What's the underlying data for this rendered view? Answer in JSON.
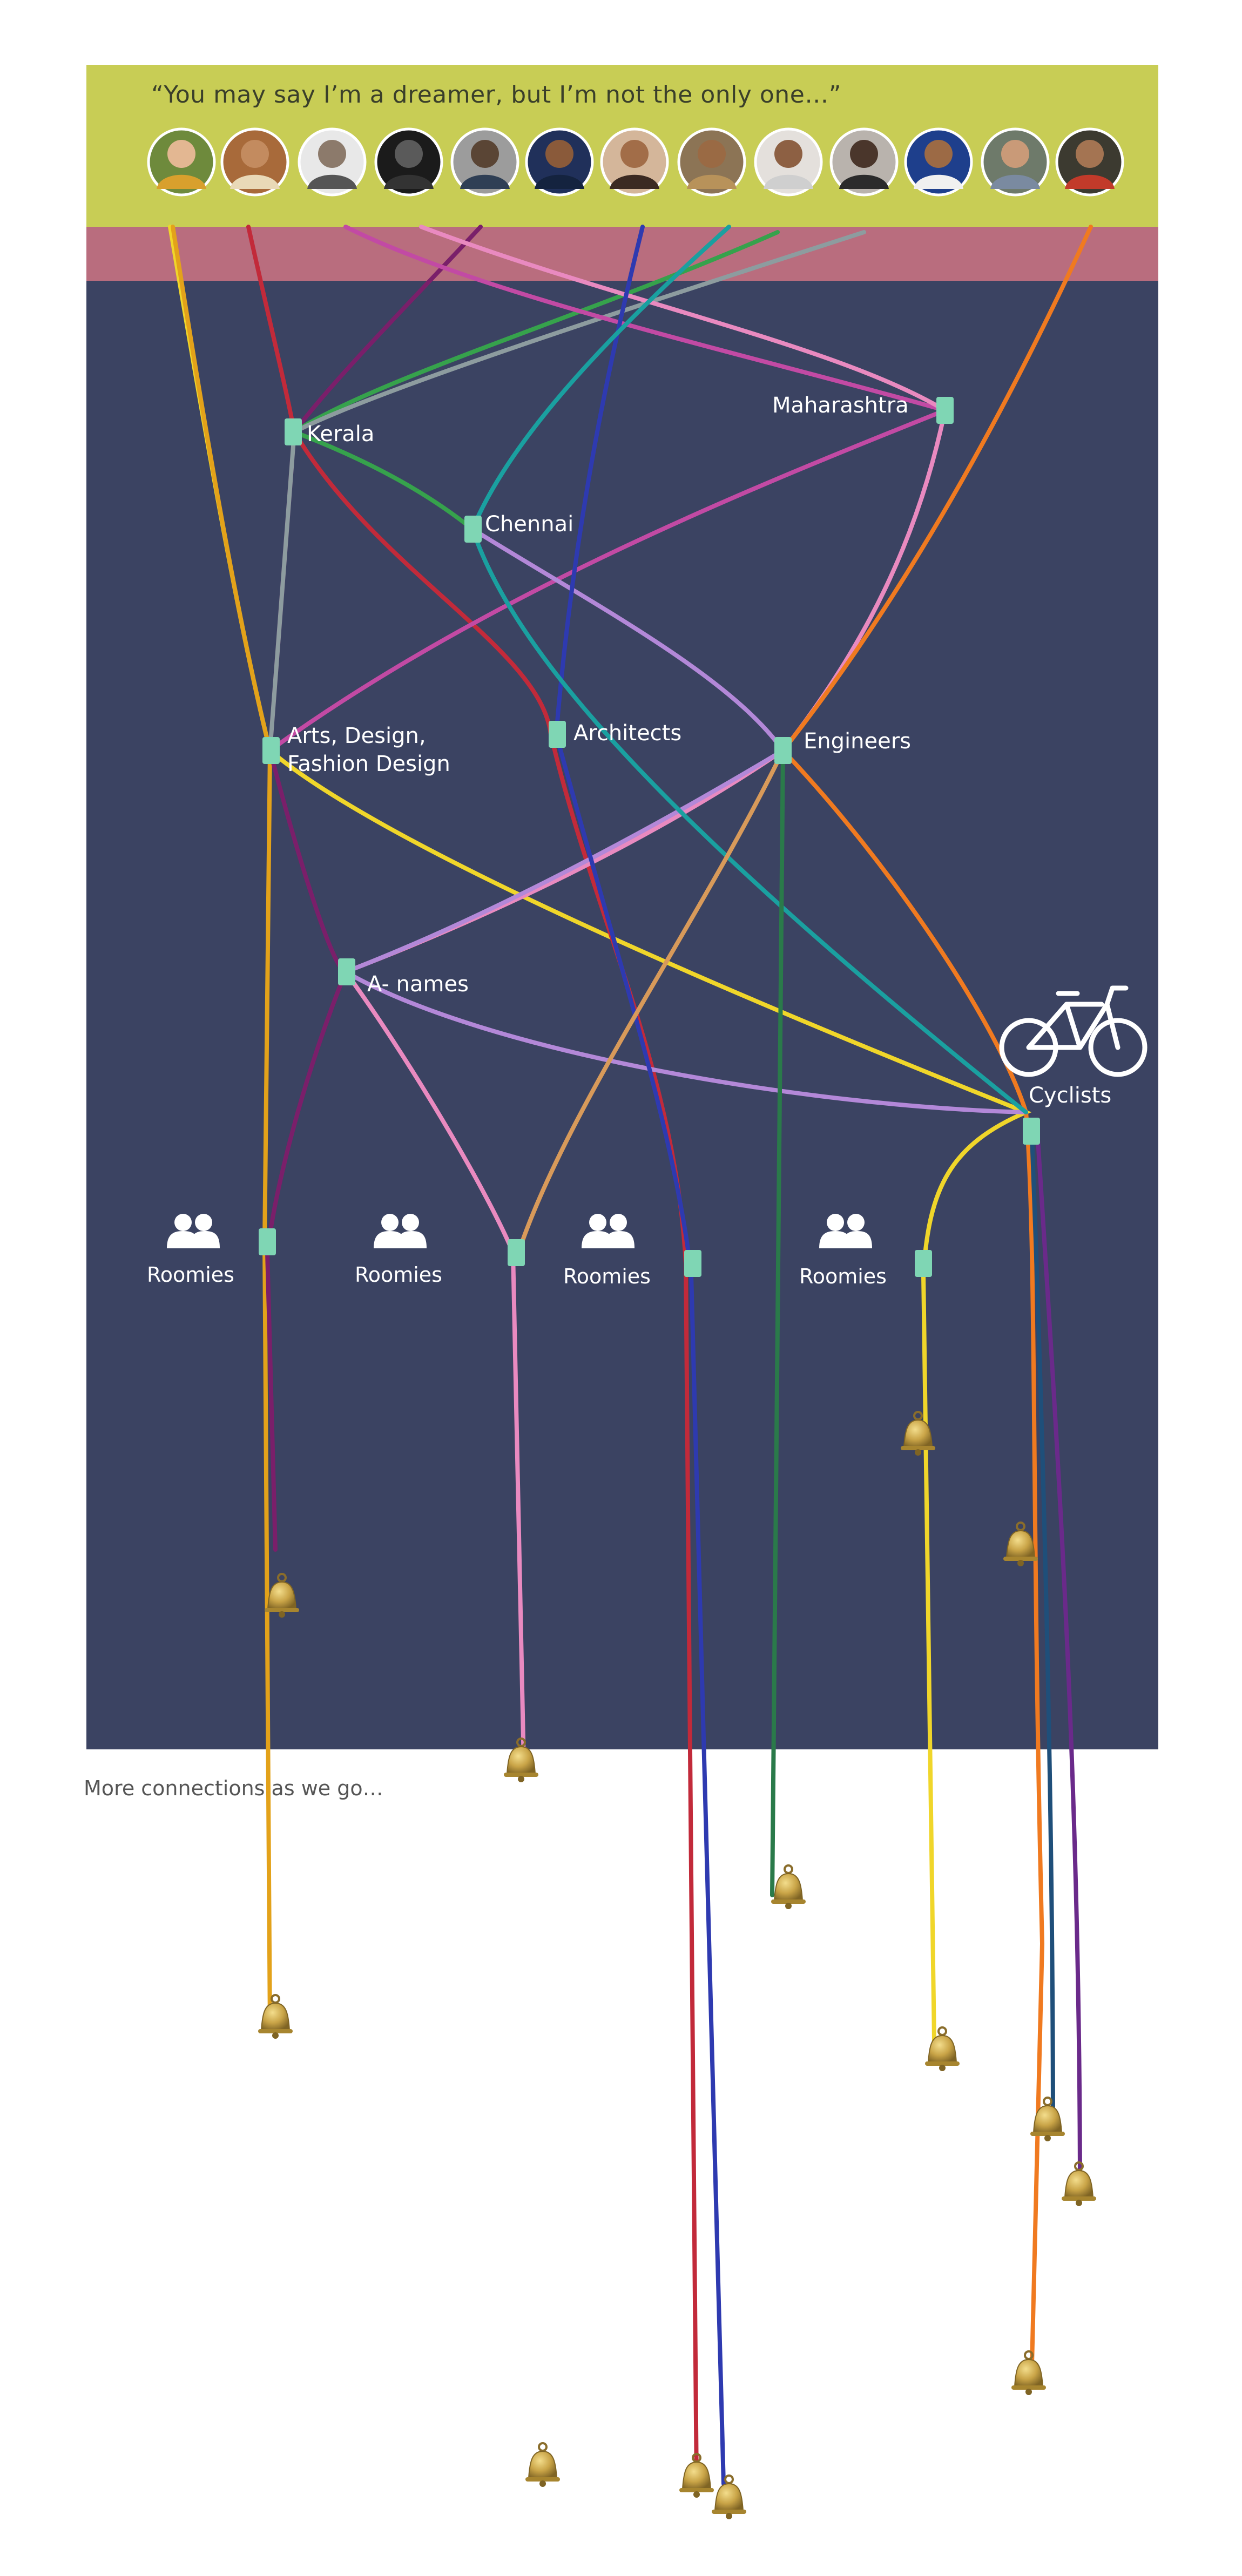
{
  "quote": "“You may say I’m a dreamer, but I’m not the only one…”",
  "groups": {
    "kerala": "Kerala",
    "maharashtra": "Maharashtra",
    "chennai": "Chennai",
    "arts": "Arts,  Design,\nFashion Design",
    "architects": "Architects",
    "engineers": "Engineers",
    "a_names": "A- names",
    "cyclists": "Cyclists"
  },
  "roomies": [
    "Roomies",
    "Roomies",
    "Roomies",
    "Roomies"
  ],
  "footer": "More connections as we go…",
  "icons": {
    "cyclists": "bicycle-icon",
    "roomies": "people-icon",
    "pendant": "bell-icon"
  },
  "colors": {
    "banner": "#c8cd55",
    "band": "#b96d7e",
    "board": "#3b4362",
    "node": "#7fd6b4",
    "bell": "#c9a447"
  },
  "people_count": 13
}
